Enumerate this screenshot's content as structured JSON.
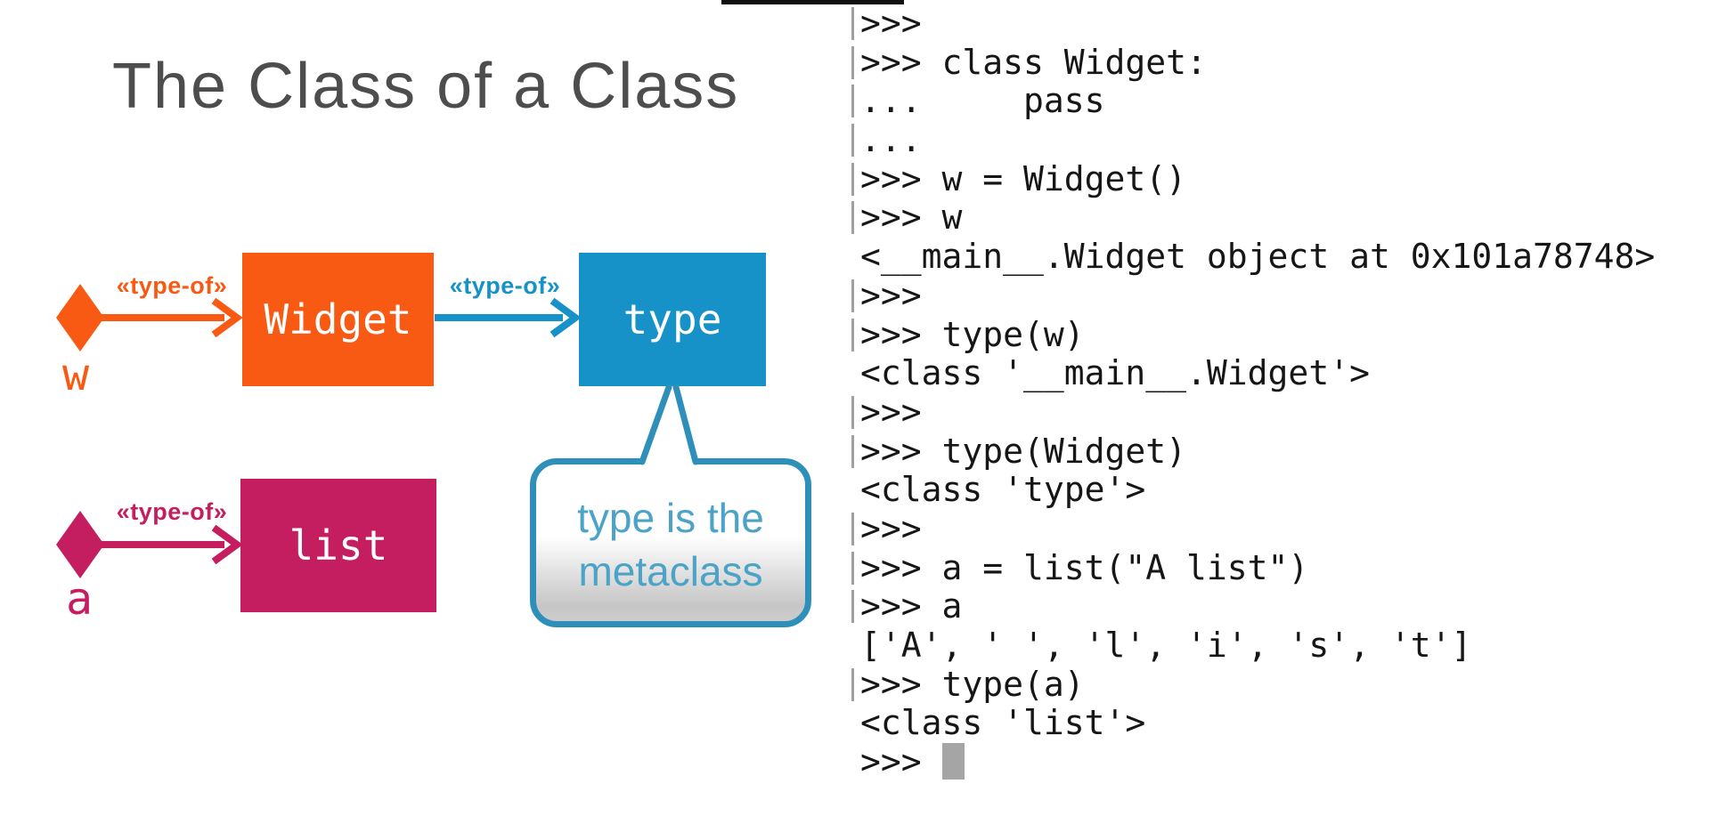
{
  "title": "The Class of a Class",
  "colors": {
    "orange": "#f85a14",
    "blue": "#1792c8",
    "magenta": "#c41e61",
    "bubble_border": "#2e90ba",
    "bubble_text": "#4ba3c8",
    "title_text": "#4d4d4d",
    "terminal_text": "#161616",
    "cursor_gray": "#a5a5a5"
  },
  "diagram": {
    "boxes": {
      "widget": "Widget",
      "type": "type",
      "list": "list"
    },
    "edge_labels": {
      "w_to_widget": "«type-of»",
      "widget_to_type": "«type-of»",
      "a_to_list": "«type-of»"
    },
    "variables": {
      "w": "w",
      "a": "a"
    },
    "bubble": {
      "line1": "type is the",
      "line2": "metaclass"
    }
  },
  "terminal": {
    "lines": [
      {
        "text": ">>> ",
        "bar": true,
        "cursor": false
      },
      {
        "text": ">>> class Widget:",
        "bar": true,
        "cursor": false
      },
      {
        "text": "...     pass",
        "bar": true,
        "cursor": false
      },
      {
        "text": "...",
        "bar": true,
        "cursor": false
      },
      {
        "text": ">>> w = Widget()",
        "bar": true,
        "cursor": false
      },
      {
        "text": ">>> w",
        "bar": true,
        "cursor": false
      },
      {
        "text": "<__main__.Widget object at 0x101a78748>",
        "bar": false,
        "cursor": false
      },
      {
        "text": ">>> ",
        "bar": true,
        "cursor": false
      },
      {
        "text": ">>> type(w)",
        "bar": true,
        "cursor": false
      },
      {
        "text": "<class '__main__.Widget'>",
        "bar": false,
        "cursor": false
      },
      {
        "text": ">>> ",
        "bar": true,
        "cursor": false
      },
      {
        "text": ">>> type(Widget)",
        "bar": true,
        "cursor": false
      },
      {
        "text": "<class 'type'>",
        "bar": false,
        "cursor": false
      },
      {
        "text": ">>> ",
        "bar": true,
        "cursor": false
      },
      {
        "text": ">>> a = list(\"A list\")",
        "bar": true,
        "cursor": false
      },
      {
        "text": ">>> a",
        "bar": true,
        "cursor": false
      },
      {
        "text": "['A', ' ', 'l', 'i', 's', 't']",
        "bar": false,
        "cursor": false
      },
      {
        "text": ">>> type(a)",
        "bar": true,
        "cursor": false
      },
      {
        "text": "<class 'list'>",
        "bar": false,
        "cursor": false
      },
      {
        "text": ">>> ",
        "bar": false,
        "cursor": true
      }
    ]
  }
}
